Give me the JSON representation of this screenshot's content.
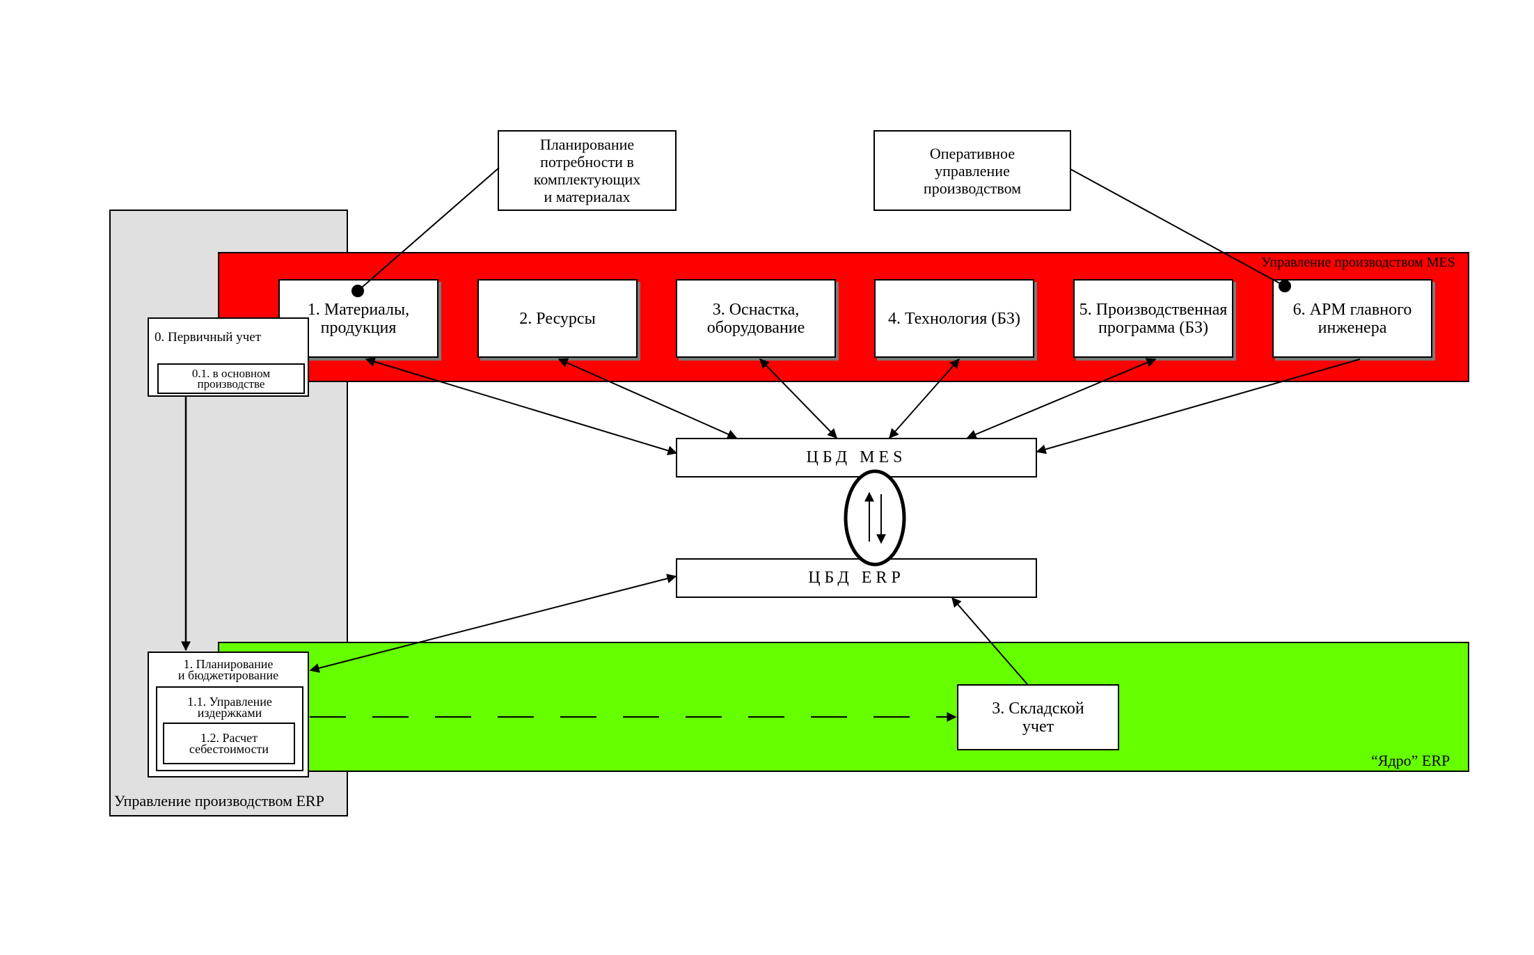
{
  "colors": {
    "mes_band": "#ff0000",
    "erp_band": "#66ff00",
    "erp_panel": "#e0e0e0",
    "line": "#000000"
  },
  "top_notes": {
    "planning": "Планирование\nпотребности в\nкомплектующих\nи материалах",
    "operational": "Оперативное\nуправление\nпроизводством"
  },
  "mes": {
    "band_label": "Управление производством MES",
    "modules": [
      "1. Материалы,\nпродукция",
      "2. Ресурсы",
      "3. Оснастка,\nоборудование",
      "4. Технология (БЗ)",
      "5. Производственная\nпрограмма (БЗ)",
      "6. АРМ главного\nинженера"
    ]
  },
  "erp_panel": {
    "label": "Управление производством ERP",
    "primary": "0. Первичный учет",
    "primary_sub": "0.1. в основном\nпроизводстве",
    "planning": "1. Планирование\nи бюджетирование",
    "cost_mgmt": "1.1. Управление\nиздержками",
    "costing": "1.2. Расчет\nсебестоимости"
  },
  "cbd_mes": "ЦБД MES",
  "cbd_erp": "ЦБД ERP",
  "erp_core": {
    "band_label": "“Ядро” ERP",
    "warehouse": "3. Складской\nучет"
  }
}
